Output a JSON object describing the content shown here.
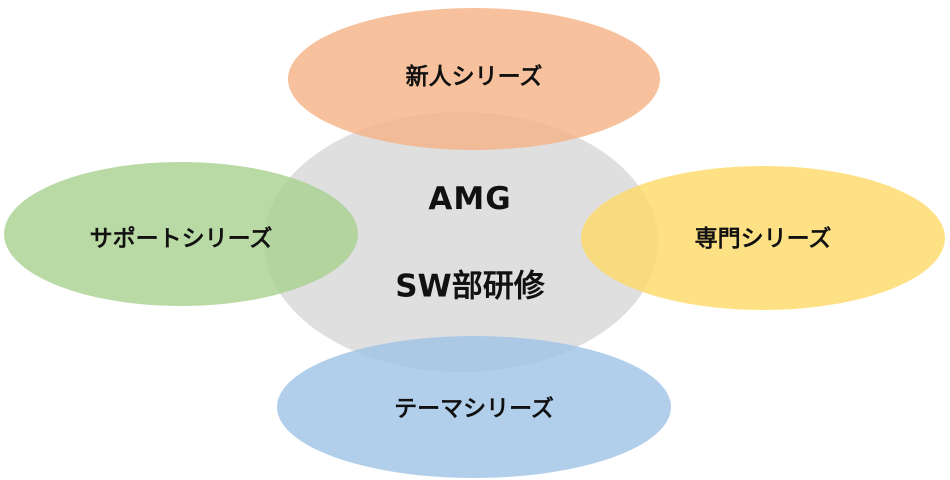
{
  "center": {
    "line1": "AMG",
    "line2": "SW部研修",
    "color": "#d9d9d9"
  },
  "satellites": {
    "top": {
      "label": "新人シリーズ",
      "color": "#f4b183"
    },
    "left": {
      "label": "サポートシリーズ",
      "color": "#a9d18e"
    },
    "right": {
      "label": "専門シリーズ",
      "color": "#ffd966"
    },
    "bottom": {
      "label": "テーマシリーズ",
      "color": "#9dc3e6"
    }
  }
}
